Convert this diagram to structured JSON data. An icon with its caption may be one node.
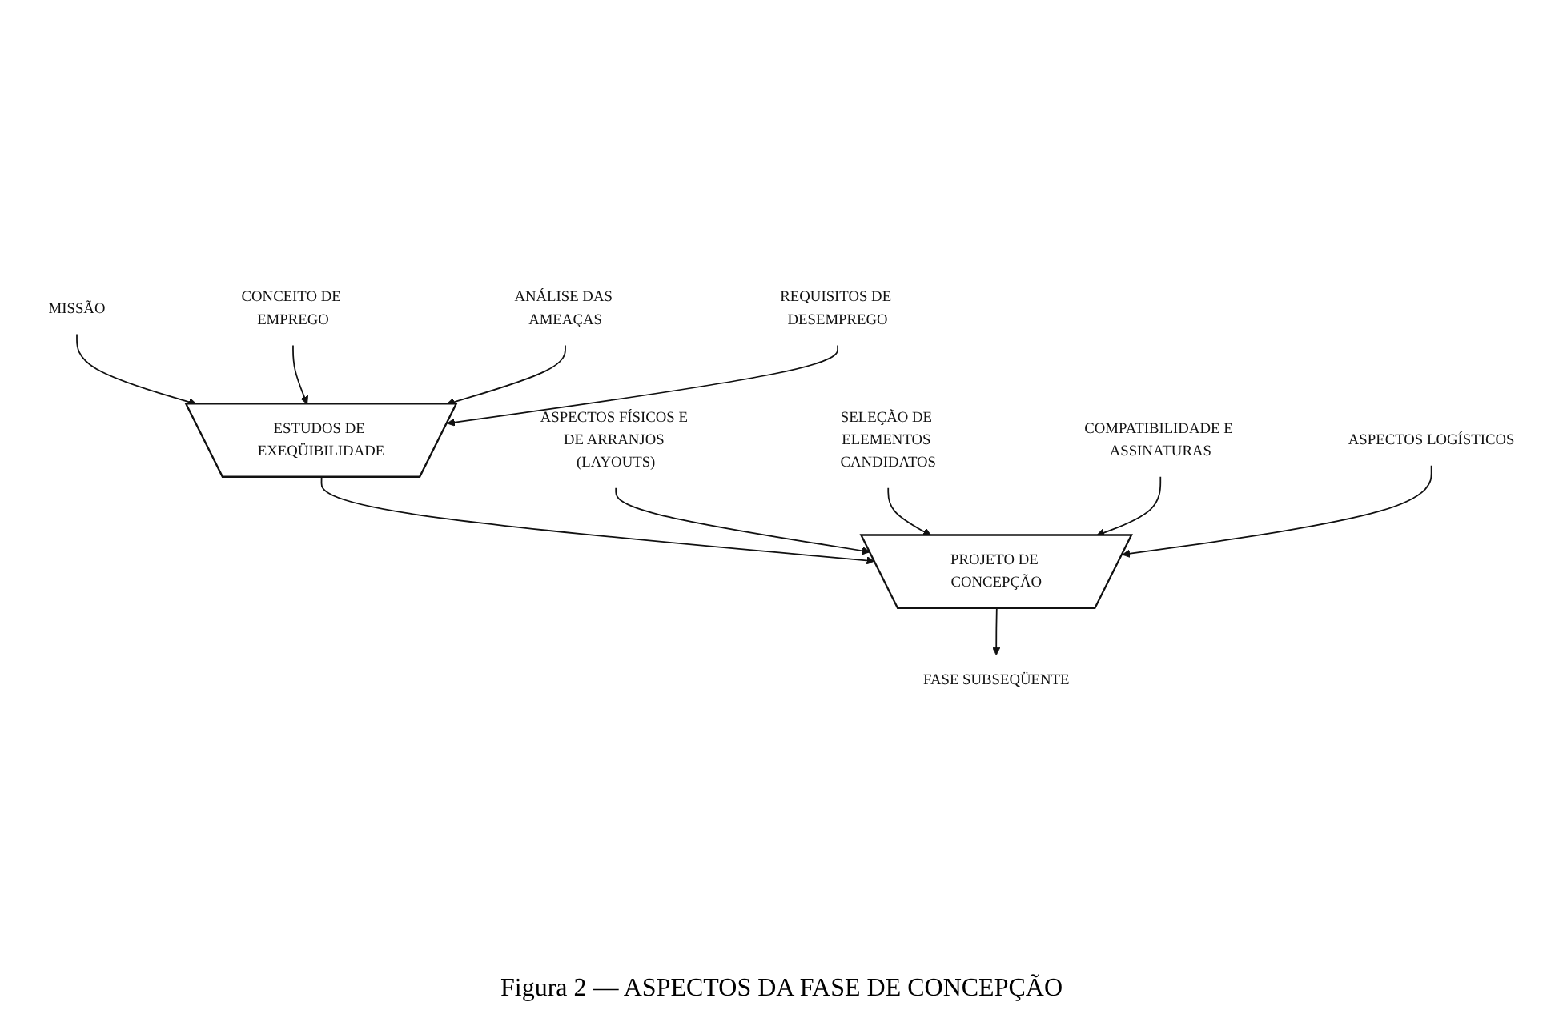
{
  "diagram": {
    "caption": "Figura 2 — ASPECTOS DA FASE DE CONCEPÇÃO",
    "nodes": [
      {
        "text": [
          "MISSÃO"
        ]
      },
      {
        "text": [
          "CONCEITO DE EMPREGO"
        ]
      },
      {
        "text": [
          "ESTUDOS DE EXEQÜIBILIDADE"
        ]
      },
      {
        "text": [
          "ANÁLISE DAS AMEAÇAS"
        ]
      },
      {
        "text": [
          "REQUISITOS DE DESEMPREGO"
        ]
      },
      {
        "text": [
          "ASPECTOS FÍSICOS E DE ARRANJOS (LAYOUTS)"
        ]
      },
      {
        "text": [
          "SELEÇÃO DE ELEMENTOS CANDIDATOS"
        ]
      },
      {
        "text": [
          "PROJETO DE CONCEPÇÃO"
        ]
      },
      {
        "text": [
          "COMPATIBILIDADE E ASSINATURAS"
        ]
      },
      {
        "text": [
          "ASPECTOS LOGÍSTICOS"
        ]
      },
      {
        "text": [
          "FASE SUBSEQÜENTE"
        ]
      }
    ],
    "edges": [
      {
        "from": 0,
        "to": 2,
        "arrow": "to"
      },
      {
        "from": 1,
        "to": 2,
        "arrow": "to"
      },
      {
        "from": 3,
        "to": 2,
        "arrow": "to"
      },
      {
        "from": 4,
        "to": 2,
        "arrow": "to"
      },
      {
        "from": 2,
        "to": 7,
        "arrow": "to"
      },
      {
        "from": 5,
        "to": 7,
        "arrow": "to"
      },
      {
        "from": 6,
        "to": 7,
        "arrow": "to"
      },
      {
        "from": 8,
        "to": 7,
        "arrow": "to"
      },
      {
        "from": 9,
        "to": 7,
        "arrow": "to"
      },
      {
        "from": 7,
        "to": 10,
        "arrow": "to"
      }
    ]
  }
}
